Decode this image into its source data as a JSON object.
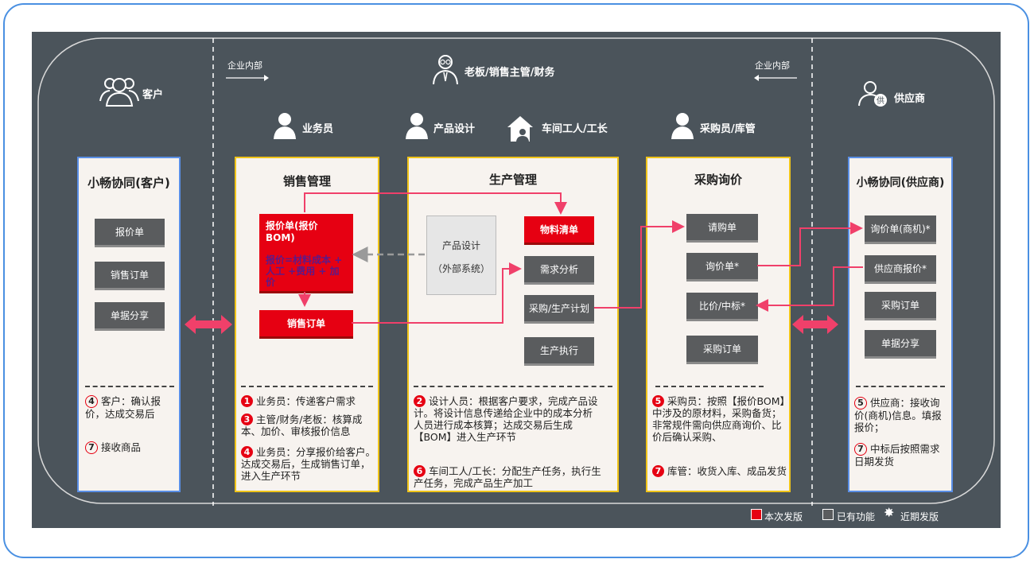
{
  "top": {
    "internal_left": "企业内部",
    "internal_right": "企业内部",
    "boss_role": "老板/销售主管/财务"
  },
  "roles": {
    "customer": "客户",
    "salesman": "业务员",
    "designer": "产品设计",
    "workshop": "车间工人/工长",
    "purchaser": "采购员/库管",
    "supplier": "供应商"
  },
  "customer_panel": {
    "title": "小畅协同(客户)",
    "buttons": [
      "报价单",
      "销售订单",
      "单据分享"
    ],
    "notes": [
      {
        "num": "4",
        "text": "客户：确认报价，达成交易后"
      },
      {
        "num": "7",
        "text": "接收商品"
      }
    ]
  },
  "sales_panel": {
    "title": "销售管理",
    "quote_title": "报价单(报价BOM)",
    "quote_formula": "报价=材料成本 + 人工 +费用 + 加价",
    "order": "销售订单",
    "notes": [
      {
        "num": "1",
        "text": "业务员：传递客户需求"
      },
      {
        "num": "3",
        "text": "主管/财务/老板：核算成本、加价、审核报价信息"
      },
      {
        "num": "4",
        "text": "业务员：分享报价给客户。达成交易后，生成销售订单，进入生产环节"
      }
    ]
  },
  "production_panel": {
    "title": "生产管理",
    "design_box_1": "产品设计",
    "design_box_2": "（外部系统）",
    "bom": "物料清单",
    "buttons": [
      "需求分析",
      "采购/生产计划",
      "生产执行"
    ],
    "notes": [
      {
        "num": "2",
        "text": "设计人员：根据客户要求，完成产品设计。将设计信息传递给企业中的成本分析人员进行成本核算；达成交易后生成【BOM】进入生产环节"
      },
      {
        "num": "6",
        "text": "车间工人/工长：分配生产任务，执行生产任务，完成产品生产加工"
      }
    ]
  },
  "purchase_panel": {
    "title": "采购询价",
    "buttons": [
      "请购单",
      "询价单*",
      "比价/中标*",
      "采购订单"
    ],
    "notes": [
      {
        "num": "5",
        "text": "采购员：按照【报价BOM】中涉及的原材料，采购备货；非常规件需向供应商询价、比价后确认采购、"
      },
      {
        "num": "7",
        "text": "库管：收货入库、成品发货"
      }
    ]
  },
  "supplier_panel": {
    "title": "小畅协同(供应商)",
    "buttons": [
      "询价单(商机)*",
      "供应商报价*",
      "采购订单",
      "单据分享"
    ],
    "notes": [
      {
        "num": "5",
        "text": "供应商：接收询价(商机)信息。填报报价；"
      },
      {
        "num": "7",
        "text": "中标后按照需求日期发货"
      }
    ]
  },
  "legend": {
    "new": "本次发版",
    "existing": "已有功能",
    "upcoming": "近期发版"
  },
  "colors": {
    "background": "#4b545b",
    "accent_red": "#e60012",
    "arrow_pink": "#f0406a",
    "panel_border": "#f0c419",
    "side_panel_border": "#5a8fe6"
  }
}
